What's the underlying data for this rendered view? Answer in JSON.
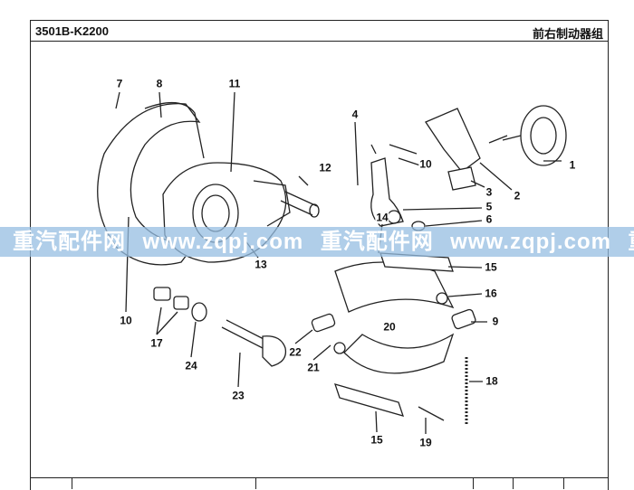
{
  "header": {
    "code": "3501B-K2200",
    "title": "前右制动器组"
  },
  "callouts": {
    "c1": "1",
    "c2": "2",
    "c3": "3",
    "c4": "4",
    "c5": "5",
    "c6": "6",
    "c7": "7",
    "c8": "8",
    "c9": "9",
    "c10a": "10",
    "c10b": "10",
    "c11": "11",
    "c12": "12",
    "c13": "13",
    "c14": "14",
    "c15a": "15",
    "c15b": "15",
    "c16": "16",
    "c17": "17",
    "c18": "18",
    "c19": "19",
    "c20": "20",
    "c21": "21",
    "c22": "22",
    "c23": "23",
    "c24": "24"
  },
  "watermark": {
    "w1": "重汽配件网",
    "w2": "www.zqpj.com",
    "w3": "重汽配件网",
    "w4": "www.zqpj.com",
    "w5": "重"
  }
}
